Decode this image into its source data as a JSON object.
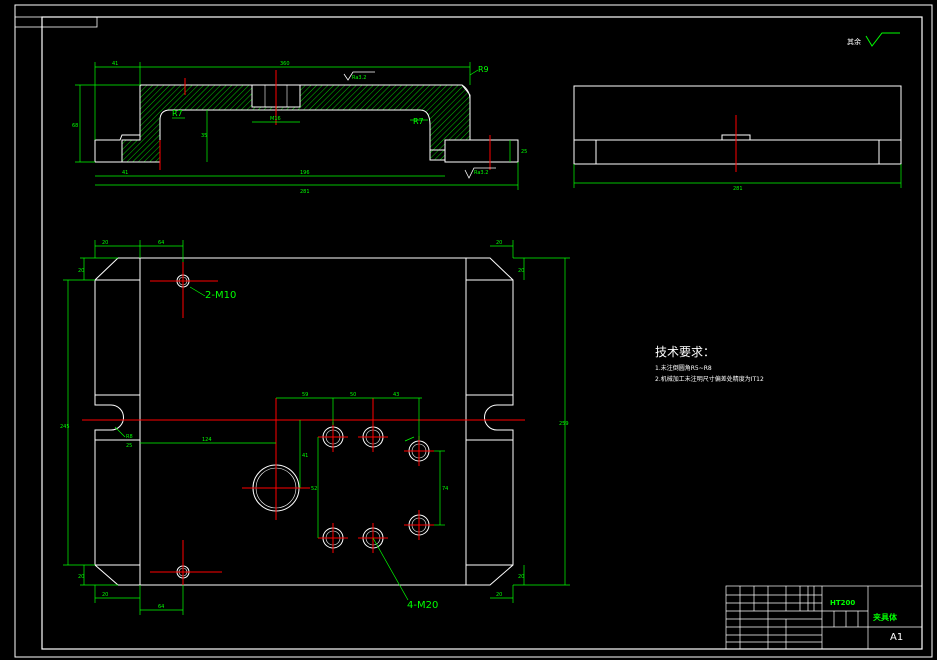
{
  "header": {
    "surface_roughness_label": "其余"
  },
  "section_view": {
    "labels": {
      "radius_top_right": "R9",
      "radius_left": "R7",
      "radius_right": "R7",
      "roughness_1": "Ra3.2",
      "roughness_2": "Ra3.2",
      "center_dim": "M16",
      "dim_top_total": "360",
      "dim_top_left": "41",
      "dim_bottom_inner": "196",
      "dim_bottom_left": "41",
      "dim_bottom_total": "281",
      "dim_height_total": "68",
      "dim_height_inner": "35",
      "dim_height_right": "25"
    }
  },
  "side_view": {
    "labels": {
      "dim_bottom": "281"
    }
  },
  "plan_view": {
    "labels": {
      "thread_top": "2-M10",
      "thread_bottom": "4-M20",
      "dim_top_left": "20",
      "dim_top_mid": "64",
      "dim_top_right": "20",
      "dim_bottom_left": "20",
      "dim_bottom_mid": "64",
      "dim_bottom_right": "20",
      "dim_left_total": "245",
      "dim_right_total": "259",
      "dim_left_small": "20",
      "dim_right_small": "20",
      "dim_left_bottom": "20",
      "dim_right_bottom": "20",
      "dim_center_x": "124",
      "dim_holes_1": "59",
      "dim_holes_2": "50",
      "dim_holes_3": "43",
      "dim_holes_v1": "41",
      "dim_holes_v2": "52",
      "dim_holes_v3": "74",
      "slot_radius": "R8",
      "slot_width": "25"
    }
  },
  "tech_requirements": {
    "title": "技术要求：",
    "items": [
      "1.未注倒圆角R5~R8",
      "2.机械加工未注明尺寸偏差处精度为IT12"
    ]
  },
  "title_block": {
    "material": "HT200",
    "part_name": "夹具体",
    "sheet_size": "A1"
  },
  "colors": {
    "outline": "#ffffff",
    "dimension": "#00ff00",
    "centerline": "#ff0000",
    "hatch": "#00ff00"
  }
}
